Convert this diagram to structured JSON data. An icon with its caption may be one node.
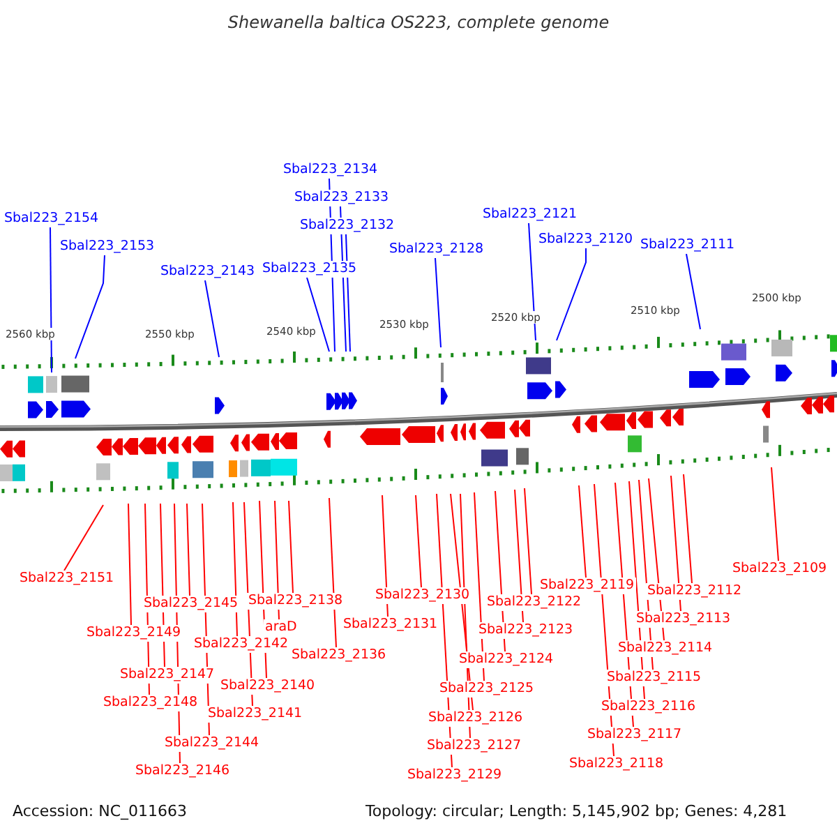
{
  "diagram": {
    "title": "Shewanella baltica OS223, complete genome",
    "nodes": [
      {
        "text": [
          "Sbal223_2154"
        ]
      },
      {
        "text": [
          "Sbal223_2153"
        ]
      },
      {
        "text": [
          "Sbal223_2143"
        ]
      },
      {
        "text": [
          "Sbal223_2135"
        ]
      },
      {
        "text": [
          "Sbal223_2134"
        ]
      },
      {
        "text": [
          "Sbal223_2133"
        ]
      },
      {
        "text": [
          "Sbal223_2132"
        ]
      },
      {
        "text": [
          "Sbal223_2128"
        ]
      },
      {
        "text": [
          "Sbal223_2121"
        ]
      },
      {
        "text": [
          "Sbal223_2120"
        ]
      },
      {
        "text": [
          "Sbal223_2111"
        ]
      },
      {
        "text": [
          "Sbal223_2151"
        ]
      },
      {
        "text": [
          "Sbal223_2149"
        ]
      },
      {
        "text": [
          "Sbal223_2148"
        ]
      },
      {
        "text": [
          "Sbal223_2147"
        ]
      },
      {
        "text": [
          "Sbal223_2146"
        ]
      },
      {
        "text": [
          "Sbal223_2145"
        ]
      },
      {
        "text": [
          "Sbal223_2144"
        ]
      },
      {
        "text": [
          "Sbal223_2142"
        ]
      },
      {
        "text": [
          "Sbal223_2141"
        ]
      },
      {
        "text": [
          "Sbal223_2140"
        ]
      },
      {
        "text": [
          "araD"
        ]
      },
      {
        "text": [
          "Sbal223_2138"
        ]
      },
      {
        "text": [
          "Sbal223_2136"
        ]
      },
      {
        "text": [
          "Sbal223_2131"
        ]
      },
      {
        "text": [
          "Sbal223_2130"
        ]
      },
      {
        "text": [
          "Sbal223_2129"
        ]
      },
      {
        "text": [
          "Sbal223_2127"
        ]
      },
      {
        "text": [
          "Sbal223_2126"
        ]
      },
      {
        "text": [
          "Sbal223_2125"
        ]
      },
      {
        "text": [
          "Sbal223_2124"
        ]
      },
      {
        "text": [
          "Sbal223_2123"
        ]
      },
      {
        "text": [
          "Sbal223_2122"
        ]
      },
      {
        "text": [
          "Sbal223_2119"
        ]
      },
      {
        "text": [
          "Sbal223_2118"
        ]
      },
      {
        "text": [
          "Sbal223_2117"
        ]
      },
      {
        "text": [
          "Sbal223_2116"
        ]
      },
      {
        "text": [
          "Sbal223_2115"
        ]
      },
      {
        "text": [
          "Sbal223_2114"
        ]
      },
      {
        "text": [
          "Sbal223_2113"
        ]
      },
      {
        "text": [
          "Sbal223_2112"
        ]
      },
      {
        "text": [
          "Sbal223_2109"
        ]
      }
    ],
    "edges": [
      {
        "from": 0,
        "to": null,
        "arrow": "none",
        "color": "#0000ff"
      },
      {
        "from": 1,
        "to": null,
        "arrow": "none",
        "color": "#0000ff"
      },
      {
        "from": 2,
        "to": null,
        "arrow": "none",
        "color": "#0000ff"
      },
      {
        "from": 3,
        "to": null,
        "arrow": "none",
        "color": "#0000ff"
      },
      {
        "from": 4,
        "to": null,
        "arrow": "none",
        "color": "#0000ff"
      },
      {
        "from": 5,
        "to": null,
        "arrow": "none",
        "color": "#0000ff"
      },
      {
        "from": 6,
        "to": null,
        "arrow": "none",
        "color": "#0000ff"
      },
      {
        "from": 7,
        "to": null,
        "arrow": "none",
        "color": "#0000ff"
      },
      {
        "from": 8,
        "to": null,
        "arrow": "none",
        "color": "#0000ff"
      },
      {
        "from": 9,
        "to": null,
        "arrow": "none",
        "color": "#0000ff"
      },
      {
        "from": 10,
        "to": null,
        "arrow": "none",
        "color": "#0000ff"
      },
      {
        "from": 11,
        "to": null,
        "arrow": "none"
      },
      {
        "from": 12,
        "to": null,
        "arrow": "none"
      },
      {
        "from": 13,
        "to": null,
        "arrow": "none"
      },
      {
        "from": 14,
        "to": null,
        "arrow": "none"
      },
      {
        "from": 15,
        "to": null,
        "arrow": "none"
      },
      {
        "from": 16,
        "to": null,
        "arrow": "none"
      },
      {
        "from": 17,
        "to": null,
        "arrow": "none"
      },
      {
        "from": 18,
        "to": null,
        "arrow": "none"
      },
      {
        "from": 19,
        "to": null,
        "arrow": "none"
      },
      {
        "from": 20,
        "to": null,
        "arrow": "none"
      },
      {
        "from": 21,
        "to": null,
        "arrow": "none"
      },
      {
        "from": 22,
        "to": null,
        "arrow": "none"
      },
      {
        "from": 23,
        "to": null,
        "arrow": "none"
      },
      {
        "from": 24,
        "to": null,
        "arrow": "none"
      },
      {
        "from": 25,
        "to": null,
        "arrow": "none"
      },
      {
        "from": 26,
        "to": null,
        "arrow": "none"
      },
      {
        "from": 27,
        "to": null,
        "arrow": "none"
      },
      {
        "from": 28,
        "to": null,
        "arrow": "none"
      },
      {
        "from": 29,
        "to": null,
        "arrow": "none"
      },
      {
        "from": 30,
        "to": null,
        "arrow": "none"
      },
      {
        "from": 31,
        "to": null,
        "arrow": "none"
      },
      {
        "from": 32,
        "to": null,
        "arrow": "none"
      },
      {
        "from": 33,
        "to": null,
        "arrow": "none"
      },
      {
        "from": 34,
        "to": null,
        "arrow": "none"
      },
      {
        "from": 35,
        "to": null,
        "arrow": "none"
      },
      {
        "from": 36,
        "to": null,
        "arrow": "none"
      },
      {
        "from": 37,
        "to": null,
        "arrow": "none"
      },
      {
        "from": 38,
        "to": null,
        "arrow": "none"
      },
      {
        "from": 39,
        "to": null,
        "arrow": "none"
      },
      {
        "from": 40,
        "to": null,
        "arrow": "none"
      },
      {
        "from": 41,
        "to": null,
        "arrow": "none"
      }
    ],
    "labels": [
      "2560 kbp",
      "2550 kbp",
      "2540 kbp",
      "2530 kbp",
      "2520 kbp",
      "2510 kbp",
      "2500 kbp",
      "Accession: NC_011663",
      "Topology: circular; Length: 5,145,902 bp; Genes: 4,281"
    ]
  }
}
